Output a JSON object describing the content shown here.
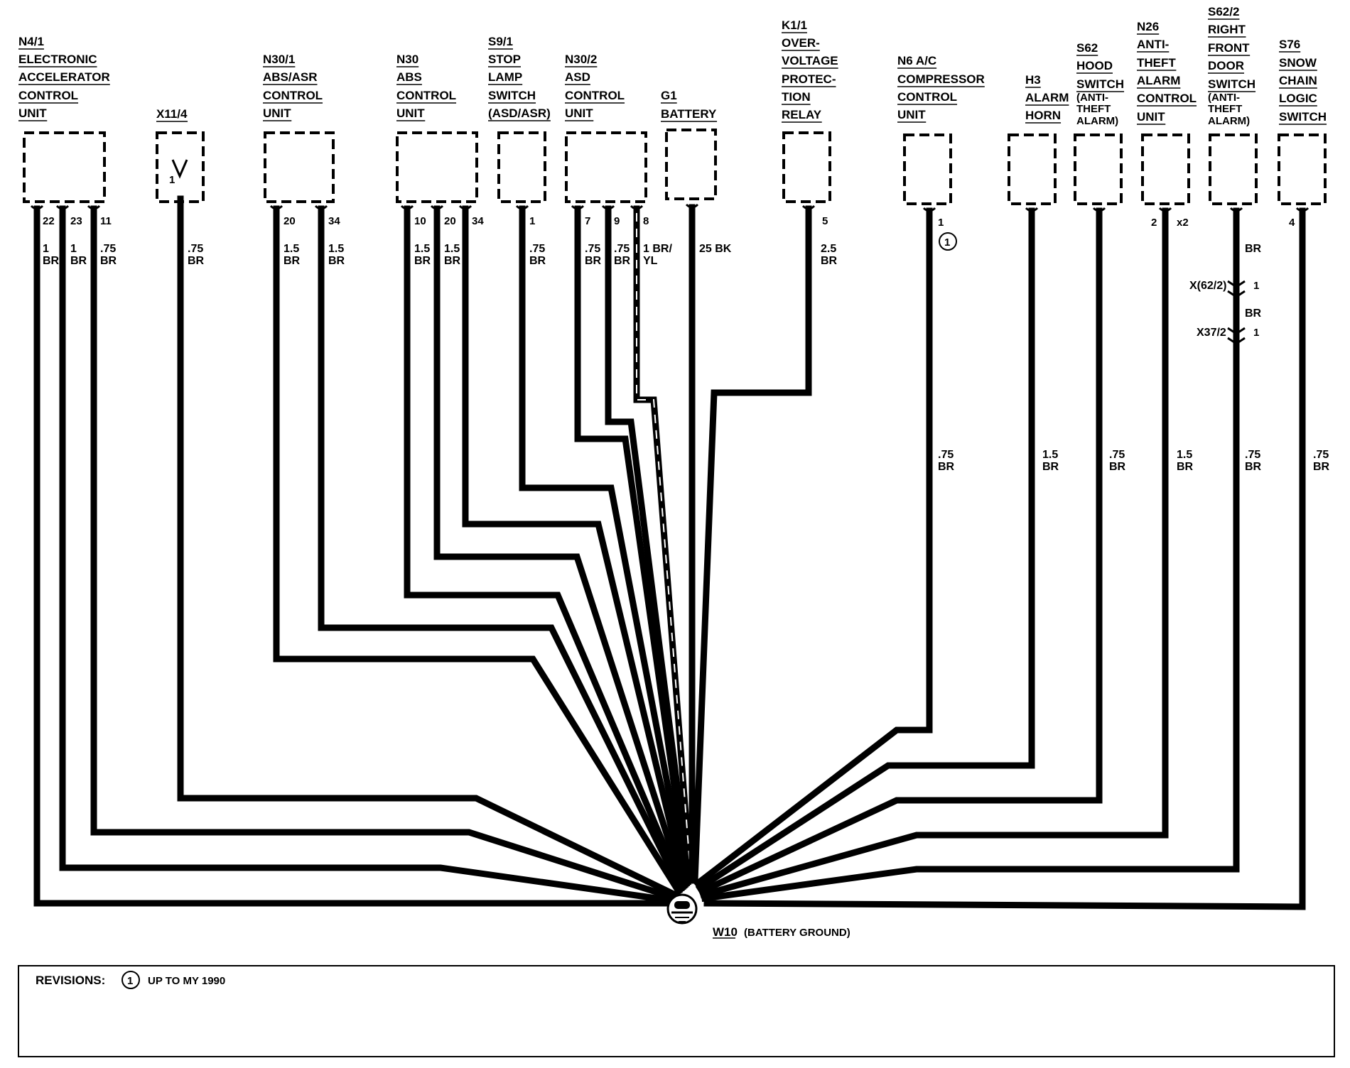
{
  "components": [
    {
      "id": "n4-1",
      "lines": [
        "N4/1",
        "ELECTRONIC",
        "ACCELERATOR",
        "CONTROL",
        "UNIT"
      ]
    },
    {
      "id": "x11-4",
      "lines": [
        "X11/4"
      ]
    },
    {
      "id": "n30-1",
      "lines": [
        "N30/1",
        "ABS/ASR",
        "CONTROL",
        "UNIT"
      ]
    },
    {
      "id": "n30",
      "lines": [
        "N30",
        "ABS",
        "CONTROL",
        "UNIT"
      ]
    },
    {
      "id": "s9-1",
      "lines": [
        "S9/1",
        "STOP",
        "LAMP",
        "SWITCH",
        "(ASD/ASR)"
      ]
    },
    {
      "id": "n30-2",
      "lines": [
        "N30/2",
        "ASD",
        "CONTROL",
        "UNIT"
      ]
    },
    {
      "id": "g1",
      "lines": [
        "G1",
        "BATTERY"
      ]
    },
    {
      "id": "k1-1",
      "lines": [
        "K1/1",
        "OVER-",
        "VOLTAGE",
        "PROTEC-",
        "TION",
        "RELAY"
      ]
    },
    {
      "id": "n6",
      "lines": [
        "N6 A/C",
        "COMPRESSOR",
        "CONTROL",
        "UNIT"
      ]
    },
    {
      "id": "h3",
      "lines": [
        "H3",
        "ALARM",
        "HORN"
      ]
    },
    {
      "id": "s62",
      "lines": [
        "S62",
        "HOOD",
        "SWITCH"
      ],
      "sub": [
        "(ANTI-",
        "THEFT",
        "ALARM)"
      ]
    },
    {
      "id": "n26",
      "lines": [
        "N26",
        "ANTI-",
        "THEFT",
        "ALARM",
        "CONTROL",
        "UNIT"
      ]
    },
    {
      "id": "s62-2",
      "lines": [
        "S62/2",
        "RIGHT",
        "FRONT",
        "DOOR",
        "SWITCH"
      ],
      "sub": [
        "(ANTI-",
        "THEFT",
        "ALARM)"
      ]
    },
    {
      "id": "s76",
      "lines": [
        "S76",
        "SNOW",
        "CHAIN",
        "LOGIC",
        "SWITCH"
      ]
    }
  ],
  "pins": [
    "22",
    "23",
    "11",
    "20",
    "34",
    "10",
    "20",
    "34",
    "1",
    "7",
    "9",
    "8",
    "5",
    "1",
    "2",
    "x2",
    "4"
  ],
  "wire_labels": [
    {
      "gauge": "1",
      "color": "BR"
    },
    {
      "gauge": "1",
      "color": "BR"
    },
    {
      "gauge": ".75",
      "color": "BR"
    },
    {
      "gauge": ".75",
      "color": "BR"
    },
    {
      "gauge": "1.5",
      "color": "BR"
    },
    {
      "gauge": "1.5",
      "color": "BR"
    },
    {
      "gauge": "1.5",
      "color": "BR"
    },
    {
      "gauge": "1.5",
      "color": "BR"
    },
    {
      "gauge": ".75",
      "color": "BR"
    },
    {
      "gauge": ".75",
      "color": "BR"
    },
    {
      "gauge": ".75",
      "color": "BR"
    },
    {
      "gauge": "1 BR/",
      "color": "YL"
    },
    {
      "gauge": "25 BK",
      "color": ""
    },
    {
      "gauge": "2.5",
      "color": "BR"
    },
    {
      "gauge": ".75",
      "color": "BR"
    },
    {
      "gauge": "1.5",
      "color": "BR"
    },
    {
      "gauge": ".75",
      "color": "BR"
    },
    {
      "gauge": "1.5",
      "color": "BR"
    },
    {
      "gauge": ".75",
      "color": "BR"
    },
    {
      "gauge": ".75",
      "color": "BR"
    }
  ],
  "s62_2_wire_top_color": "BR",
  "s62_2_wire_mid_color": "BR",
  "connectors": [
    {
      "name": "X(62/2)",
      "pin": "1"
    },
    {
      "name": "X37/2",
      "pin": "1"
    }
  ],
  "revision_marker": "1",
  "ground": {
    "id": "W10",
    "desc": "(BATTERY GROUND)"
  },
  "revisions": {
    "title": "REVISIONS:",
    "marker": "1",
    "text": "UP TO MY 1990"
  }
}
